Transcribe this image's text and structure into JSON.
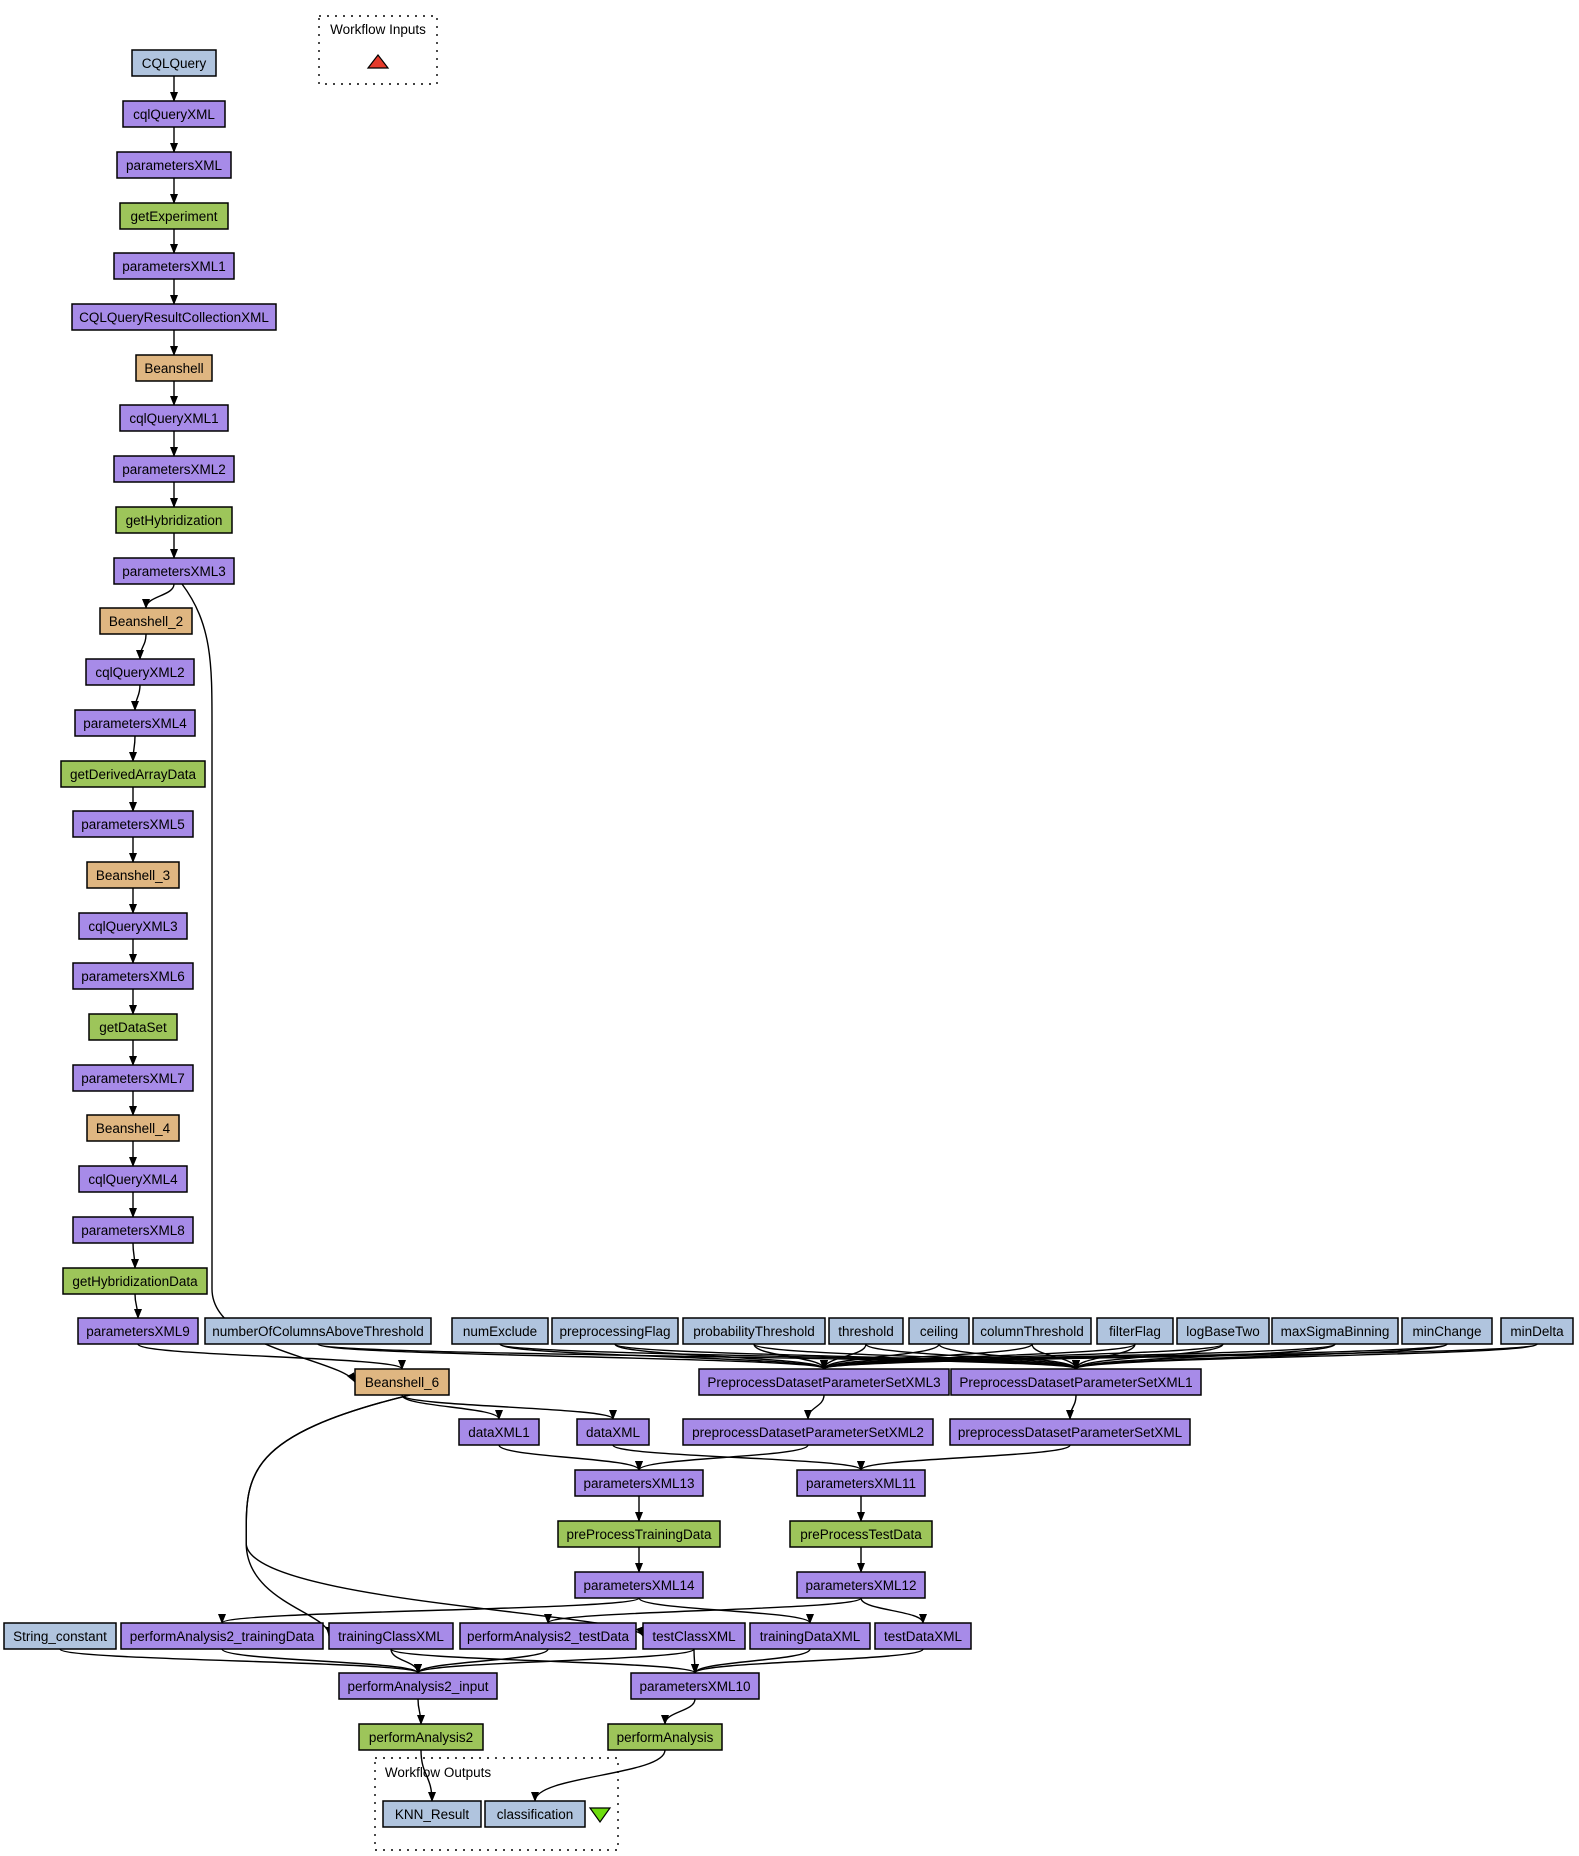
{
  "colors": {
    "input": "#b0c4de",
    "xml": "#a78be8",
    "service": "#9dc55a",
    "beanshell": "#dfb681",
    "input_marker": "#e53b2c",
    "output_marker": "#6ddd0e"
  },
  "clusters": {
    "inputs": {
      "label": "Workflow Inputs"
    },
    "outputs": {
      "label": "Workflow Outputs"
    }
  },
  "nodes": {
    "CQLQuery": {
      "label": "CQLQuery",
      "kind": "input"
    },
    "cqlQueryXML": {
      "label": "cqlQueryXML",
      "kind": "xml"
    },
    "parametersXML": {
      "label": "parametersXML",
      "kind": "xml"
    },
    "getExperiment": {
      "label": "getExperiment",
      "kind": "service"
    },
    "parametersXML1": {
      "label": "parametersXML1",
      "kind": "xml"
    },
    "CQLQueryResultCollectionXML": {
      "label": "CQLQueryResultCollectionXML",
      "kind": "xml"
    },
    "Beanshell": {
      "label": "Beanshell",
      "kind": "beanshell"
    },
    "cqlQueryXML1": {
      "label": "cqlQueryXML1",
      "kind": "xml"
    },
    "parametersXML2": {
      "label": "parametersXML2",
      "kind": "xml"
    },
    "getHybridization": {
      "label": "getHybridization",
      "kind": "service"
    },
    "parametersXML3": {
      "label": "parametersXML3",
      "kind": "xml"
    },
    "Beanshell_2": {
      "label": "Beanshell_2",
      "kind": "beanshell"
    },
    "cqlQueryXML2": {
      "label": "cqlQueryXML2",
      "kind": "xml"
    },
    "parametersXML4": {
      "label": "parametersXML4",
      "kind": "xml"
    },
    "getDerivedArrayData": {
      "label": "getDerivedArrayData",
      "kind": "service"
    },
    "parametersXML5": {
      "label": "parametersXML5",
      "kind": "xml"
    },
    "Beanshell_3": {
      "label": "Beanshell_3",
      "kind": "beanshell"
    },
    "cqlQueryXML3": {
      "label": "cqlQueryXML3",
      "kind": "xml"
    },
    "parametersXML6": {
      "label": "parametersXML6",
      "kind": "xml"
    },
    "getDataSet": {
      "label": "getDataSet",
      "kind": "service"
    },
    "parametersXML7": {
      "label": "parametersXML7",
      "kind": "xml"
    },
    "Beanshell_4": {
      "label": "Beanshell_4",
      "kind": "beanshell"
    },
    "cqlQueryXML4": {
      "label": "cqlQueryXML4",
      "kind": "xml"
    },
    "parametersXML8": {
      "label": "parametersXML8",
      "kind": "xml"
    },
    "getHybridizationData": {
      "label": "getHybridizationData",
      "kind": "service"
    },
    "parametersXML9": {
      "label": "parametersXML9",
      "kind": "xml"
    },
    "numberOfColumnsAboveThreshold": {
      "label": "numberOfColumnsAboveThreshold",
      "kind": "input"
    },
    "numExclude": {
      "label": "numExclude",
      "kind": "input"
    },
    "preprocessingFlag": {
      "label": "preprocessingFlag",
      "kind": "input"
    },
    "probabilityThreshold": {
      "label": "probabilityThreshold",
      "kind": "input"
    },
    "threshold": {
      "label": "threshold",
      "kind": "input"
    },
    "ceiling": {
      "label": "ceiling",
      "kind": "input"
    },
    "columnThreshold": {
      "label": "columnThreshold",
      "kind": "input"
    },
    "filterFlag": {
      "label": "filterFlag",
      "kind": "input"
    },
    "logBaseTwo": {
      "label": "logBaseTwo",
      "kind": "input"
    },
    "maxSigmaBinning": {
      "label": "maxSigmaBinning",
      "kind": "input"
    },
    "minChange": {
      "label": "minChange",
      "kind": "input"
    },
    "minDelta": {
      "label": "minDelta",
      "kind": "input"
    },
    "Beanshell_6": {
      "label": "Beanshell_6",
      "kind": "beanshell"
    },
    "PreprocessDatasetParameterSetXML3": {
      "label": "PreprocessDatasetParameterSetXML3",
      "kind": "xml"
    },
    "PreprocessDatasetParameterSetXML1": {
      "label": "PreprocessDatasetParameterSetXML1",
      "kind": "xml"
    },
    "dataXML1": {
      "label": "dataXML1",
      "kind": "xml"
    },
    "dataXML": {
      "label": "dataXML",
      "kind": "xml"
    },
    "preprocessDatasetParameterSetXML2": {
      "label": "preprocessDatasetParameterSetXML2",
      "kind": "xml"
    },
    "preprocessDatasetParameterSetXML": {
      "label": "preprocessDatasetParameterSetXML",
      "kind": "xml"
    },
    "parametersXML13": {
      "label": "parametersXML13",
      "kind": "xml"
    },
    "parametersXML11": {
      "label": "parametersXML11",
      "kind": "xml"
    },
    "preProcessTrainingData": {
      "label": "preProcessTrainingData",
      "kind": "service"
    },
    "preProcessTestData": {
      "label": "preProcessTestData",
      "kind": "service"
    },
    "parametersXML14": {
      "label": "parametersXML14",
      "kind": "xml"
    },
    "parametersXML12": {
      "label": "parametersXML12",
      "kind": "xml"
    },
    "String_constant": {
      "label": "String_constant",
      "kind": "input"
    },
    "performAnalysis2_trainingData": {
      "label": "performAnalysis2_trainingData",
      "kind": "xml"
    },
    "trainingClassXML": {
      "label": "trainingClassXML",
      "kind": "xml"
    },
    "performAnalysis2_testData": {
      "label": "performAnalysis2_testData",
      "kind": "xml"
    },
    "testClassXML": {
      "label": "testClassXML",
      "kind": "xml"
    },
    "trainingDataXML": {
      "label": "trainingDataXML",
      "kind": "xml"
    },
    "testDataXML": {
      "label": "testDataXML",
      "kind": "xml"
    },
    "performAnalysis2_input": {
      "label": "performAnalysis2_input",
      "kind": "xml"
    },
    "parametersXML10": {
      "label": "parametersXML10",
      "kind": "xml"
    },
    "performAnalysis2": {
      "label": "performAnalysis2",
      "kind": "service"
    },
    "performAnalysis": {
      "label": "performAnalysis",
      "kind": "service"
    },
    "KNN_Result": {
      "label": "KNN_Result",
      "kind": "input"
    },
    "classification": {
      "label": "classification",
      "kind": "input"
    }
  },
  "edges": [
    [
      "CQLQuery",
      "cqlQueryXML"
    ],
    [
      "cqlQueryXML",
      "parametersXML"
    ],
    [
      "parametersXML",
      "getExperiment"
    ],
    [
      "getExperiment",
      "parametersXML1"
    ],
    [
      "parametersXML1",
      "CQLQueryResultCollectionXML"
    ],
    [
      "CQLQueryResultCollectionXML",
      "Beanshell"
    ],
    [
      "Beanshell",
      "cqlQueryXML1"
    ],
    [
      "cqlQueryXML1",
      "parametersXML2"
    ],
    [
      "parametersXML2",
      "getHybridization"
    ],
    [
      "getHybridization",
      "parametersXML3"
    ],
    [
      "parametersXML3",
      "Beanshell_2"
    ],
    [
      "Beanshell_2",
      "cqlQueryXML2"
    ],
    [
      "cqlQueryXML2",
      "parametersXML4"
    ],
    [
      "parametersXML4",
      "getDerivedArrayData"
    ],
    [
      "getDerivedArrayData",
      "parametersXML5"
    ],
    [
      "parametersXML5",
      "Beanshell_3"
    ],
    [
      "Beanshell_3",
      "cqlQueryXML3"
    ],
    [
      "cqlQueryXML3",
      "parametersXML6"
    ],
    [
      "parametersXML6",
      "getDataSet"
    ],
    [
      "getDataSet",
      "parametersXML7"
    ],
    [
      "parametersXML7",
      "Beanshell_4"
    ],
    [
      "Beanshell_4",
      "cqlQueryXML4"
    ],
    [
      "cqlQueryXML4",
      "parametersXML8"
    ],
    [
      "parametersXML8",
      "getHybridizationData"
    ],
    [
      "getHybridizationData",
      "parametersXML9"
    ],
    [
      "parametersXML9",
      "Beanshell_6"
    ],
    [
      "parametersXML3",
      "Beanshell_6"
    ],
    [
      "numberOfColumnsAboveThreshold",
      "PreprocessDatasetParameterSetXML3"
    ],
    [
      "numberOfColumnsAboveThreshold",
      "PreprocessDatasetParameterSetXML1"
    ],
    [
      "numExclude",
      "PreprocessDatasetParameterSetXML3"
    ],
    [
      "numExclude",
      "PreprocessDatasetParameterSetXML1"
    ],
    [
      "preprocessingFlag",
      "PreprocessDatasetParameterSetXML3"
    ],
    [
      "preprocessingFlag",
      "PreprocessDatasetParameterSetXML1"
    ],
    [
      "probabilityThreshold",
      "PreprocessDatasetParameterSetXML3"
    ],
    [
      "probabilityThreshold",
      "PreprocessDatasetParameterSetXML1"
    ],
    [
      "threshold",
      "PreprocessDatasetParameterSetXML3"
    ],
    [
      "threshold",
      "PreprocessDatasetParameterSetXML1"
    ],
    [
      "ceiling",
      "PreprocessDatasetParameterSetXML3"
    ],
    [
      "ceiling",
      "PreprocessDatasetParameterSetXML1"
    ],
    [
      "columnThreshold",
      "PreprocessDatasetParameterSetXML3"
    ],
    [
      "columnThreshold",
      "PreprocessDatasetParameterSetXML1"
    ],
    [
      "filterFlag",
      "PreprocessDatasetParameterSetXML3"
    ],
    [
      "filterFlag",
      "PreprocessDatasetParameterSetXML1"
    ],
    [
      "logBaseTwo",
      "PreprocessDatasetParameterSetXML3"
    ],
    [
      "logBaseTwo",
      "PreprocessDatasetParameterSetXML1"
    ],
    [
      "maxSigmaBinning",
      "PreprocessDatasetParameterSetXML3"
    ],
    [
      "maxSigmaBinning",
      "PreprocessDatasetParameterSetXML1"
    ],
    [
      "minChange",
      "PreprocessDatasetParameterSetXML3"
    ],
    [
      "minChange",
      "PreprocessDatasetParameterSetXML1"
    ],
    [
      "minDelta",
      "PreprocessDatasetParameterSetXML3"
    ],
    [
      "minDelta",
      "PreprocessDatasetParameterSetXML1"
    ],
    [
      "Beanshell_6",
      "dataXML1"
    ],
    [
      "Beanshell_6",
      "dataXML"
    ],
    [
      "Beanshell_6",
      "trainingClassXML"
    ],
    [
      "Beanshell_6",
      "testClassXML"
    ],
    [
      "PreprocessDatasetParameterSetXML3",
      "preprocessDatasetParameterSetXML2"
    ],
    [
      "PreprocessDatasetParameterSetXML1",
      "preprocessDatasetParameterSetXML"
    ],
    [
      "dataXML1",
      "parametersXML13"
    ],
    [
      "preprocessDatasetParameterSetXML2",
      "parametersXML13"
    ],
    [
      "dataXML",
      "parametersXML11"
    ],
    [
      "preprocessDatasetParameterSetXML",
      "parametersXML11"
    ],
    [
      "parametersXML13",
      "preProcessTrainingData"
    ],
    [
      "parametersXML11",
      "preProcessTestData"
    ],
    [
      "preProcessTrainingData",
      "parametersXML14"
    ],
    [
      "preProcessTestData",
      "parametersXML12"
    ],
    [
      "parametersXML14",
      "performAnalysis2_trainingData"
    ],
    [
      "parametersXML14",
      "trainingDataXML"
    ],
    [
      "parametersXML12",
      "performAnalysis2_testData"
    ],
    [
      "parametersXML12",
      "testDataXML"
    ],
    [
      "String_constant",
      "performAnalysis2_input"
    ],
    [
      "performAnalysis2_trainingData",
      "performAnalysis2_input"
    ],
    [
      "trainingClassXML",
      "performAnalysis2_input"
    ],
    [
      "performAnalysis2_testData",
      "performAnalysis2_input"
    ],
    [
      "testClassXML",
      "performAnalysis2_input"
    ],
    [
      "trainingClassXML",
      "parametersXML10"
    ],
    [
      "testClassXML",
      "parametersXML10"
    ],
    [
      "trainingDataXML",
      "parametersXML10"
    ],
    [
      "testDataXML",
      "parametersXML10"
    ],
    [
      "performAnalysis2_input",
      "performAnalysis2"
    ],
    [
      "parametersXML10",
      "performAnalysis"
    ],
    [
      "performAnalysis2",
      "KNN_Result"
    ],
    [
      "performAnalysis",
      "classification"
    ]
  ]
}
